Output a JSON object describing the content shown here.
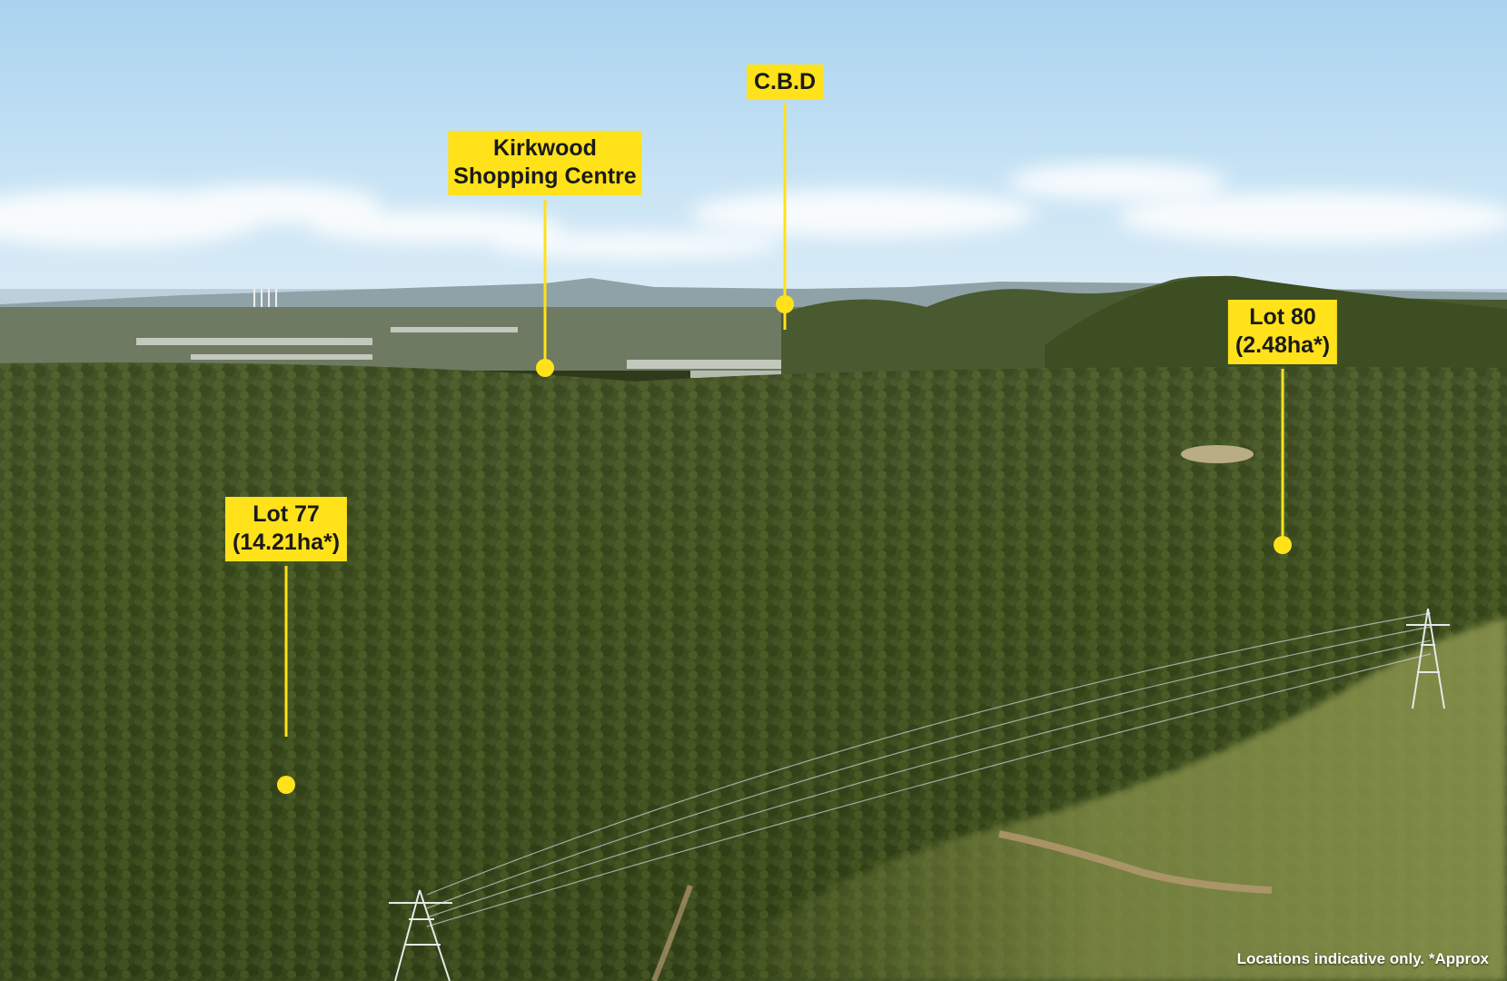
{
  "pins": {
    "cbd": {
      "line1": "C.B.D"
    },
    "kirkwood": {
      "line1": "Kirkwood",
      "line2": "Shopping Centre"
    },
    "lot80": {
      "line1": "Lot 80",
      "line2": "(2.48ha*)"
    },
    "lot77": {
      "line1": "Lot 77",
      "line2": "(14.21ha*)"
    }
  },
  "disclaimer": "Locations indicative only. *Approx",
  "colors": {
    "callout": "#ffe21a",
    "sky_top": "#a9d3ef",
    "forest": "#3f5020"
  }
}
